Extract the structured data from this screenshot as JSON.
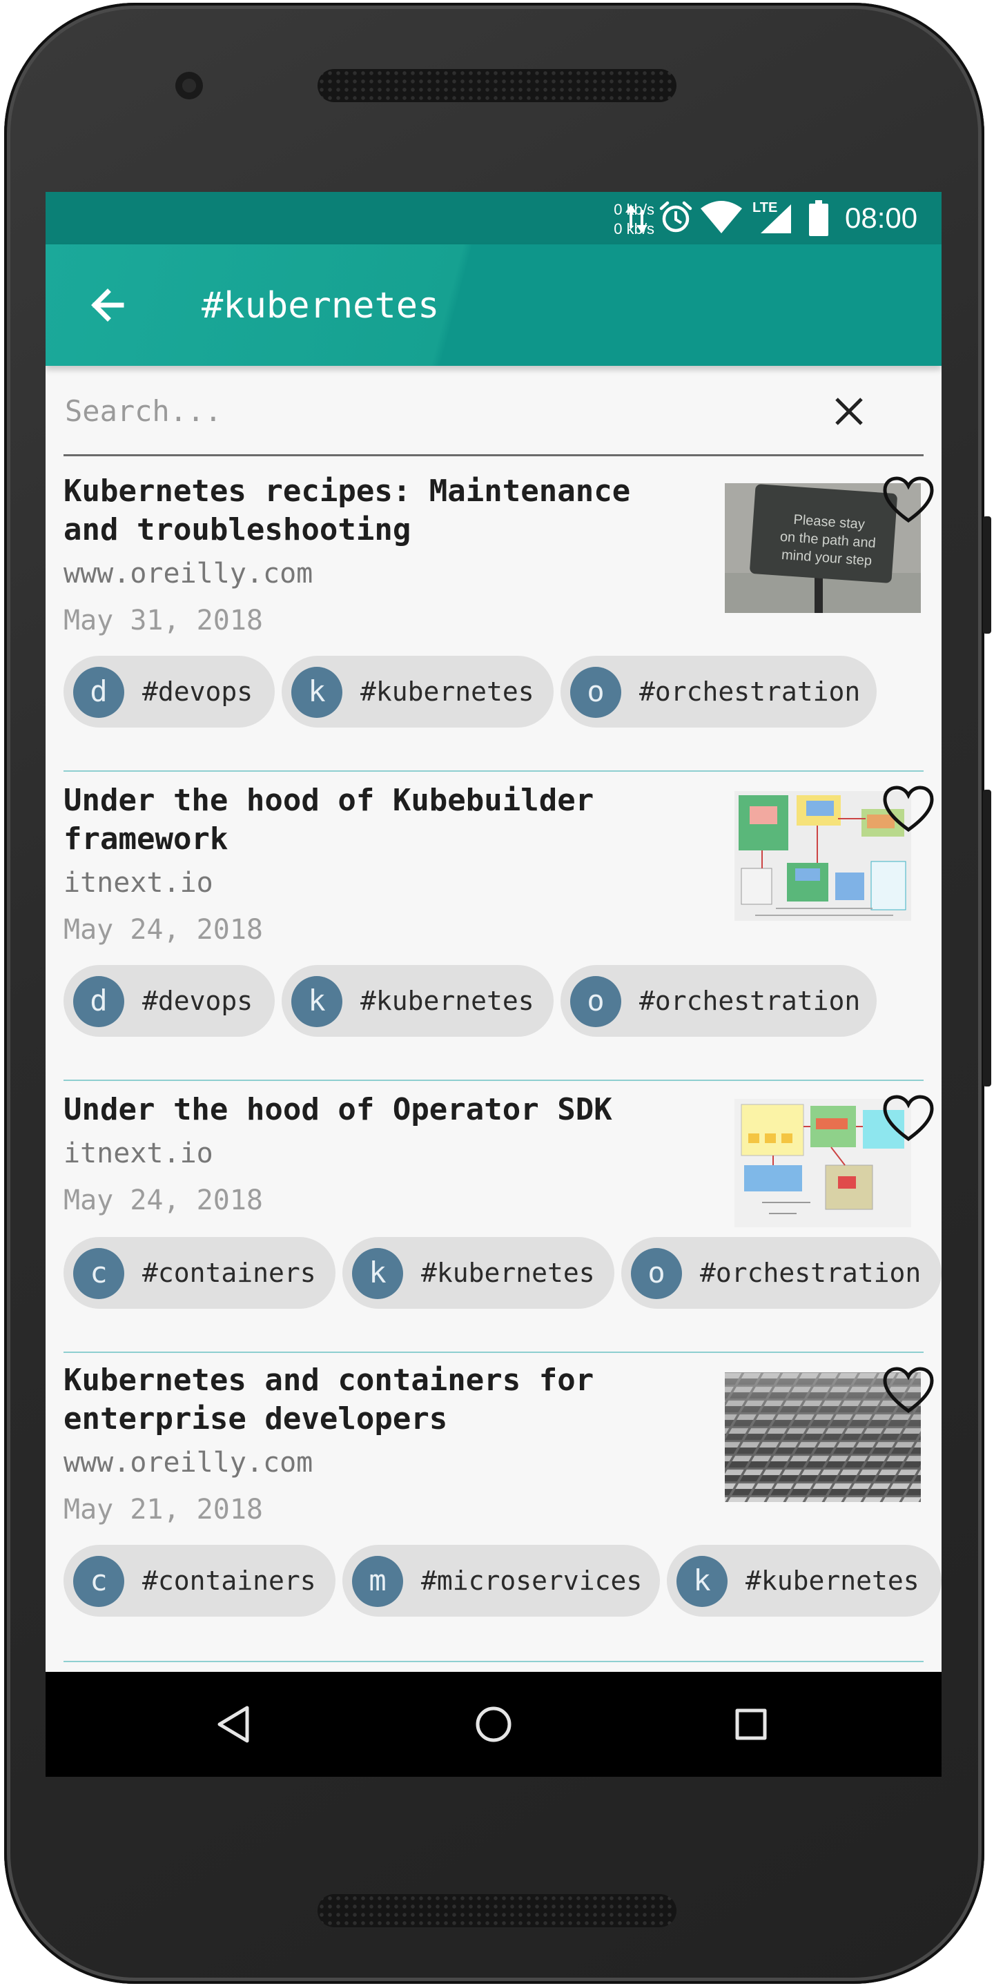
{
  "status_bar": {
    "net_up": "0 kb/s",
    "net_down": "0 kb/s",
    "time": "08:00",
    "network_label": "LTE",
    "icons": [
      "data-arrows-icon",
      "alarm-icon",
      "wifi-icon",
      "signal-icon",
      "battery-icon"
    ]
  },
  "app_bar": {
    "title": "#kubernetes",
    "back_icon": "arrow-back-icon",
    "color": "#16a191"
  },
  "search": {
    "placeholder": "Search...",
    "value": "",
    "clear_icon": "close-icon"
  },
  "articles": [
    {
      "title": "Kubernetes recipes: Maintenance and troubleshooting",
      "domain": "www.oreilly.com",
      "date": "May 31, 2018",
      "thumbnail_text": [
        "Please stay",
        "on the path and",
        "mind your step"
      ],
      "tags": [
        {
          "letter": "d",
          "label": "#devops"
        },
        {
          "letter": "k",
          "label": "#kubernetes"
        },
        {
          "letter": "o",
          "label": "#orchestration"
        }
      ]
    },
    {
      "title": "Under the hood of Kubebuilder framework",
      "domain": "itnext.io",
      "date": "May 24, 2018",
      "tags": [
        {
          "letter": "d",
          "label": "#devops"
        },
        {
          "letter": "k",
          "label": "#kubernetes"
        },
        {
          "letter": "o",
          "label": "#orchestration"
        }
      ]
    },
    {
      "title": "Under the hood of Operator SDK",
      "domain": "itnext.io",
      "date": "May 24, 2018",
      "tags": [
        {
          "letter": "c",
          "label": "#containers"
        },
        {
          "letter": "k",
          "label": "#kubernetes"
        },
        {
          "letter": "o",
          "label": "#orchestration"
        }
      ]
    },
    {
      "title": "Kubernetes and containers for enterprise developers",
      "domain": "www.oreilly.com",
      "date": "May 21, 2018",
      "tags": [
        {
          "letter": "c",
          "label": "#containers"
        },
        {
          "letter": "m",
          "label": "#microservices"
        },
        {
          "letter": "k",
          "label": "#kubernetes"
        }
      ]
    }
  ],
  "nav_bar": {
    "back_icon": "nav-back-icon",
    "home_icon": "nav-home-icon",
    "recents_icon": "nav-recents-icon"
  },
  "colors": {
    "status_bar": "#0b8076",
    "app_bar": "#16a191",
    "chip_bg": "#e0e0e0",
    "chip_avatar": "#527b96",
    "divider": "#8ecfd0"
  }
}
